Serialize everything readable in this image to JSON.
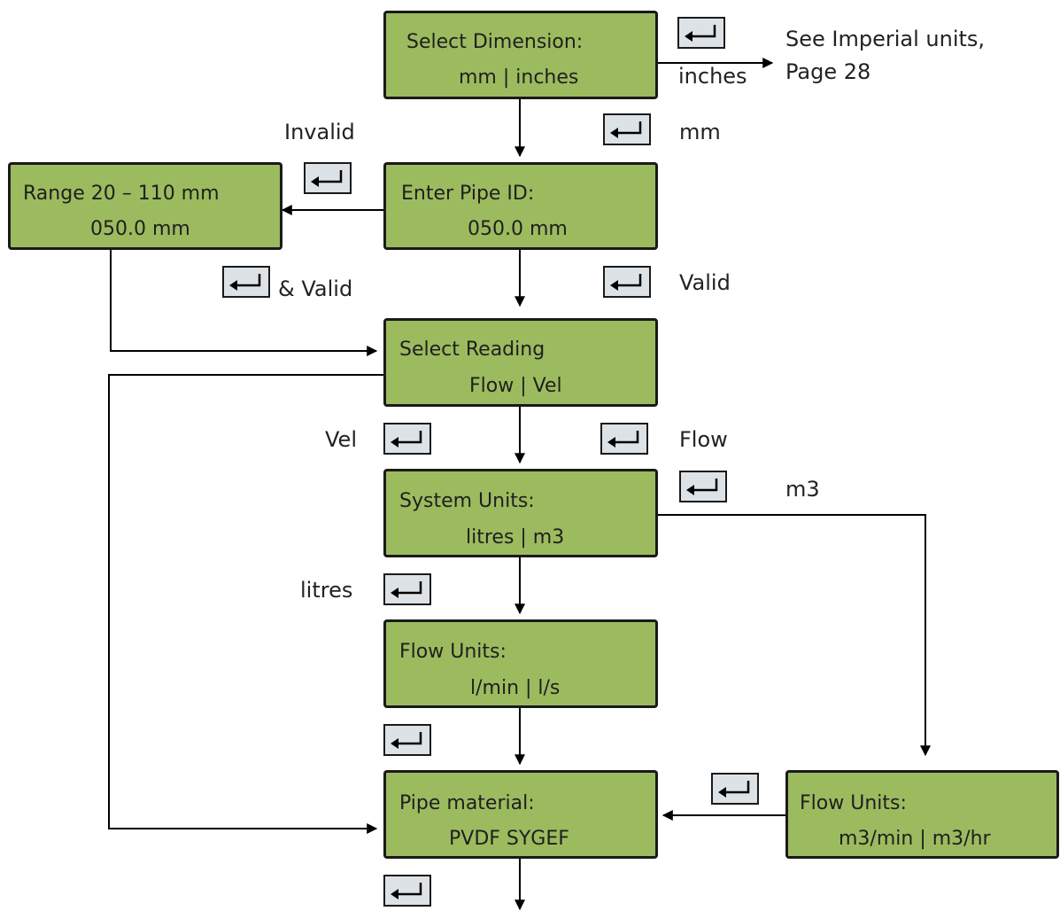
{
  "colors": {
    "box_fill": "#9cbb5f",
    "box_border": "#1a1a1a",
    "key_fill": "#dde2e7",
    "line": "#000000"
  },
  "icons": {
    "enter_key": "return-arrow-icon"
  },
  "boxes": {
    "select_dimension": {
      "line1": "Select Dimension:",
      "line2": "mm | inches"
    },
    "range": {
      "line1": "Range 20 – 110 mm",
      "line2": "050.0 mm"
    },
    "enter_pipe_id": {
      "line1": "Enter Pipe ID:",
      "line2": "050.0 mm"
    },
    "select_reading": {
      "line1": "Select Reading",
      "line2": "Flow | Vel"
    },
    "system_units": {
      "line1": "System Units:",
      "line2": "litres | m3"
    },
    "flow_units_litres": {
      "line1": "Flow Units:",
      "line2": "l/min | l/s"
    },
    "pipe_material": {
      "line1": "Pipe material:",
      "line2": "PVDF SYGEF"
    },
    "flow_units_m3": {
      "line1": "Flow Units:",
      "line2": "m3/min | m3/hr"
    }
  },
  "labels": {
    "see_imperial_line1": "See Imperial units,",
    "see_imperial_line2": "Page 28",
    "inches": "inches",
    "mm": "mm",
    "invalid": "Invalid",
    "valid_and": "& Valid",
    "valid": "Valid",
    "vel": "Vel",
    "flow": "Flow",
    "m3": "m3",
    "litres": "litres"
  }
}
